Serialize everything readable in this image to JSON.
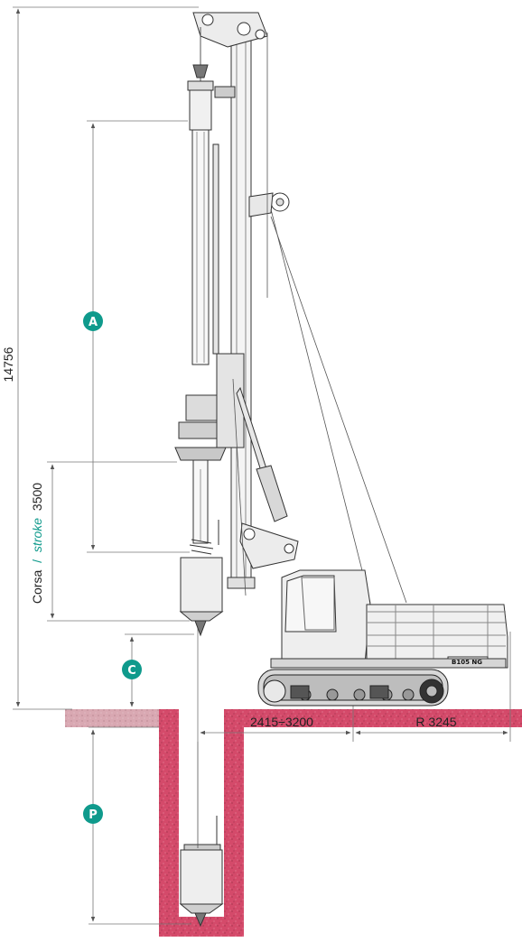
{
  "dimensions": {
    "total_height": "14756",
    "stroke_prefix": "Corsa",
    "stroke_sep": "/",
    "stroke_word": "stroke",
    "stroke_value": "3500",
    "swing_range": "2415÷3200",
    "tail_radius": "R 3245"
  },
  "badges": {
    "a": "A",
    "c": "C",
    "p": "P"
  },
  "machine": {
    "model": "B105 NG"
  },
  "colors": {
    "teal": "#0f9a8c",
    "ground": "#cf3b5e",
    "line": "#333333",
    "dim": "#777777"
  }
}
